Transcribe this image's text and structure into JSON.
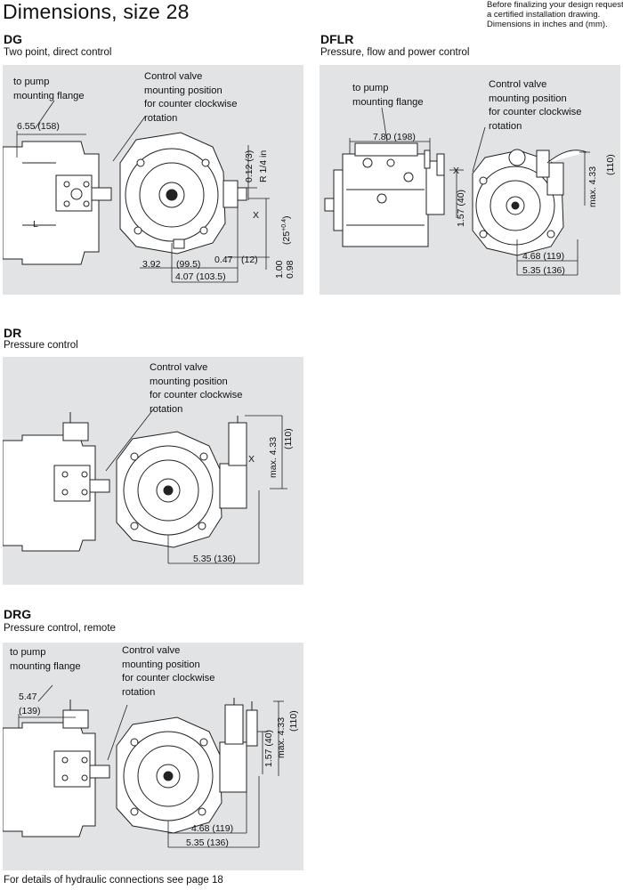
{
  "page": {
    "title": "Dimensions, size 28",
    "note_lines": [
      "Before finalizing your design request",
      "a certified installation drawing.",
      "Dimensions in inches and (mm)."
    ],
    "footer": "For details of hydraulic connections see page 18"
  },
  "sections": {
    "dg": {
      "code": "DG",
      "description": "Two point, direct control",
      "flange_label": [
        "to pump",
        "mounting flange"
      ],
      "valve_label": [
        "Control valve",
        "mounting position",
        "for counter clockwise",
        "rotation"
      ],
      "dims": {
        "flange_len": "6.55 (158)",
        "d1": "3.92",
        "d1_mm": "(99.5)",
        "d2": "0.47",
        "d2_mm": "(12)",
        "d3": "4.07 (103.5)",
        "v1": "0.12 (3)",
        "v2": "R 1/4 in",
        "v3": "(25",
        "v3_tol": "+0.4",
        "v3_end": ")",
        "v4": "1.00",
        "v5": "0.98",
        "port_l": "L",
        "port_x": "X"
      }
    },
    "dflr": {
      "code": "DFLR",
      "description": "Pressure, flow and power control",
      "flange_label": [
        "to pump",
        "mounting flange"
      ],
      "valve_label": [
        "Control valve",
        "mounting position",
        "for counter clockwise",
        "rotation"
      ],
      "dims": {
        "top": "7.80 (198)",
        "v1": "1.57 (40)",
        "v2": "max. 4.33",
        "v3": "(110)",
        "b1": "4.68 (119)",
        "b2": "5.35 (136)",
        "port_x": "X"
      }
    },
    "dr": {
      "code": "DR",
      "description": "Pressure control",
      "valve_label": [
        "Control valve",
        "mounting position",
        "for counter clockwise",
        "rotation"
      ],
      "dims": {
        "v1": "max. 4.33",
        "v2": "(110)",
        "b1": "5.35 (136)",
        "port_x": "X"
      }
    },
    "drg": {
      "code": "DRG",
      "description": "Pressure control, remote",
      "flange_label": [
        "to pump",
        "mounting flange"
      ],
      "valve_label": [
        "Control valve",
        "mounting position",
        "for counter clockwise",
        "rotation"
      ],
      "dims": {
        "flange_len": "5.47",
        "flange_len_mm": "(139)",
        "v1": "1.57 (40)",
        "v2": "max. 4.33",
        "v3": "(110)",
        "b1": "4.68 (119)",
        "b2": "5.35 (136)"
      }
    }
  }
}
